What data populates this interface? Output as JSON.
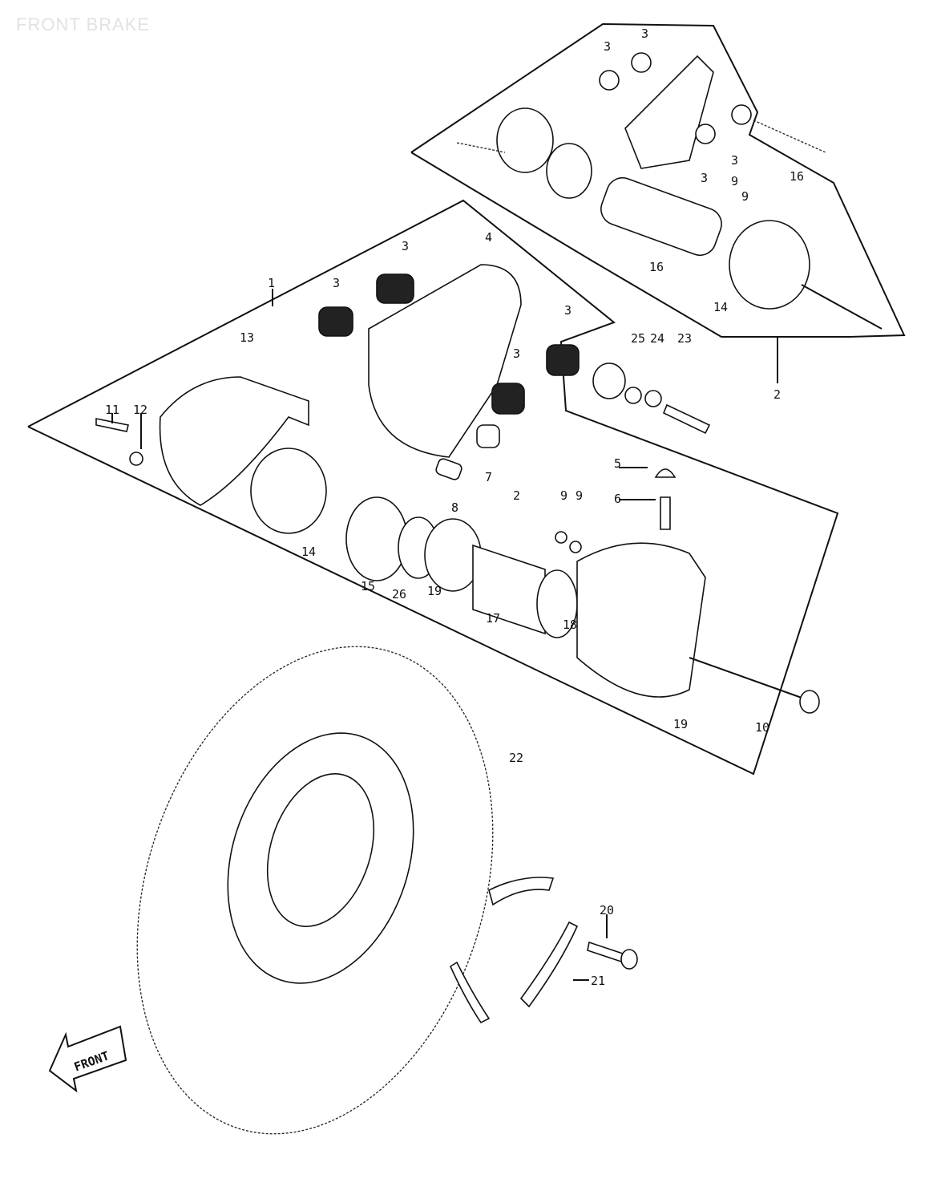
{
  "title": "FRONT BRAKE",
  "front_arrow": "FRONT",
  "labels": {
    "u3a": "3",
    "u3b": "3",
    "u3c": "3",
    "u3d": "3",
    "u9a": "9",
    "u9b": "9",
    "u16top": "16",
    "u16": "16",
    "u14": "14",
    "u2": "2",
    "l1": "1",
    "l3a": "3",
    "l4": "4",
    "l3b": "3",
    "l13": "13",
    "l3c": "3",
    "l3d": "3",
    "l25": "25",
    "l24": "24",
    "l23": "23",
    "l11": "11",
    "l12": "12",
    "l5": "5",
    "l6": "6",
    "l7": "7",
    "l8": "8",
    "l2": "2",
    "l9a": "9",
    "l9b": "9",
    "l14": "14",
    "l15": "15",
    "l26": "26",
    "l19a": "19",
    "l17": "17",
    "l18": "18",
    "l19b": "19",
    "l10": "10",
    "l22": "22",
    "l20": "20",
    "l21": "21"
  }
}
